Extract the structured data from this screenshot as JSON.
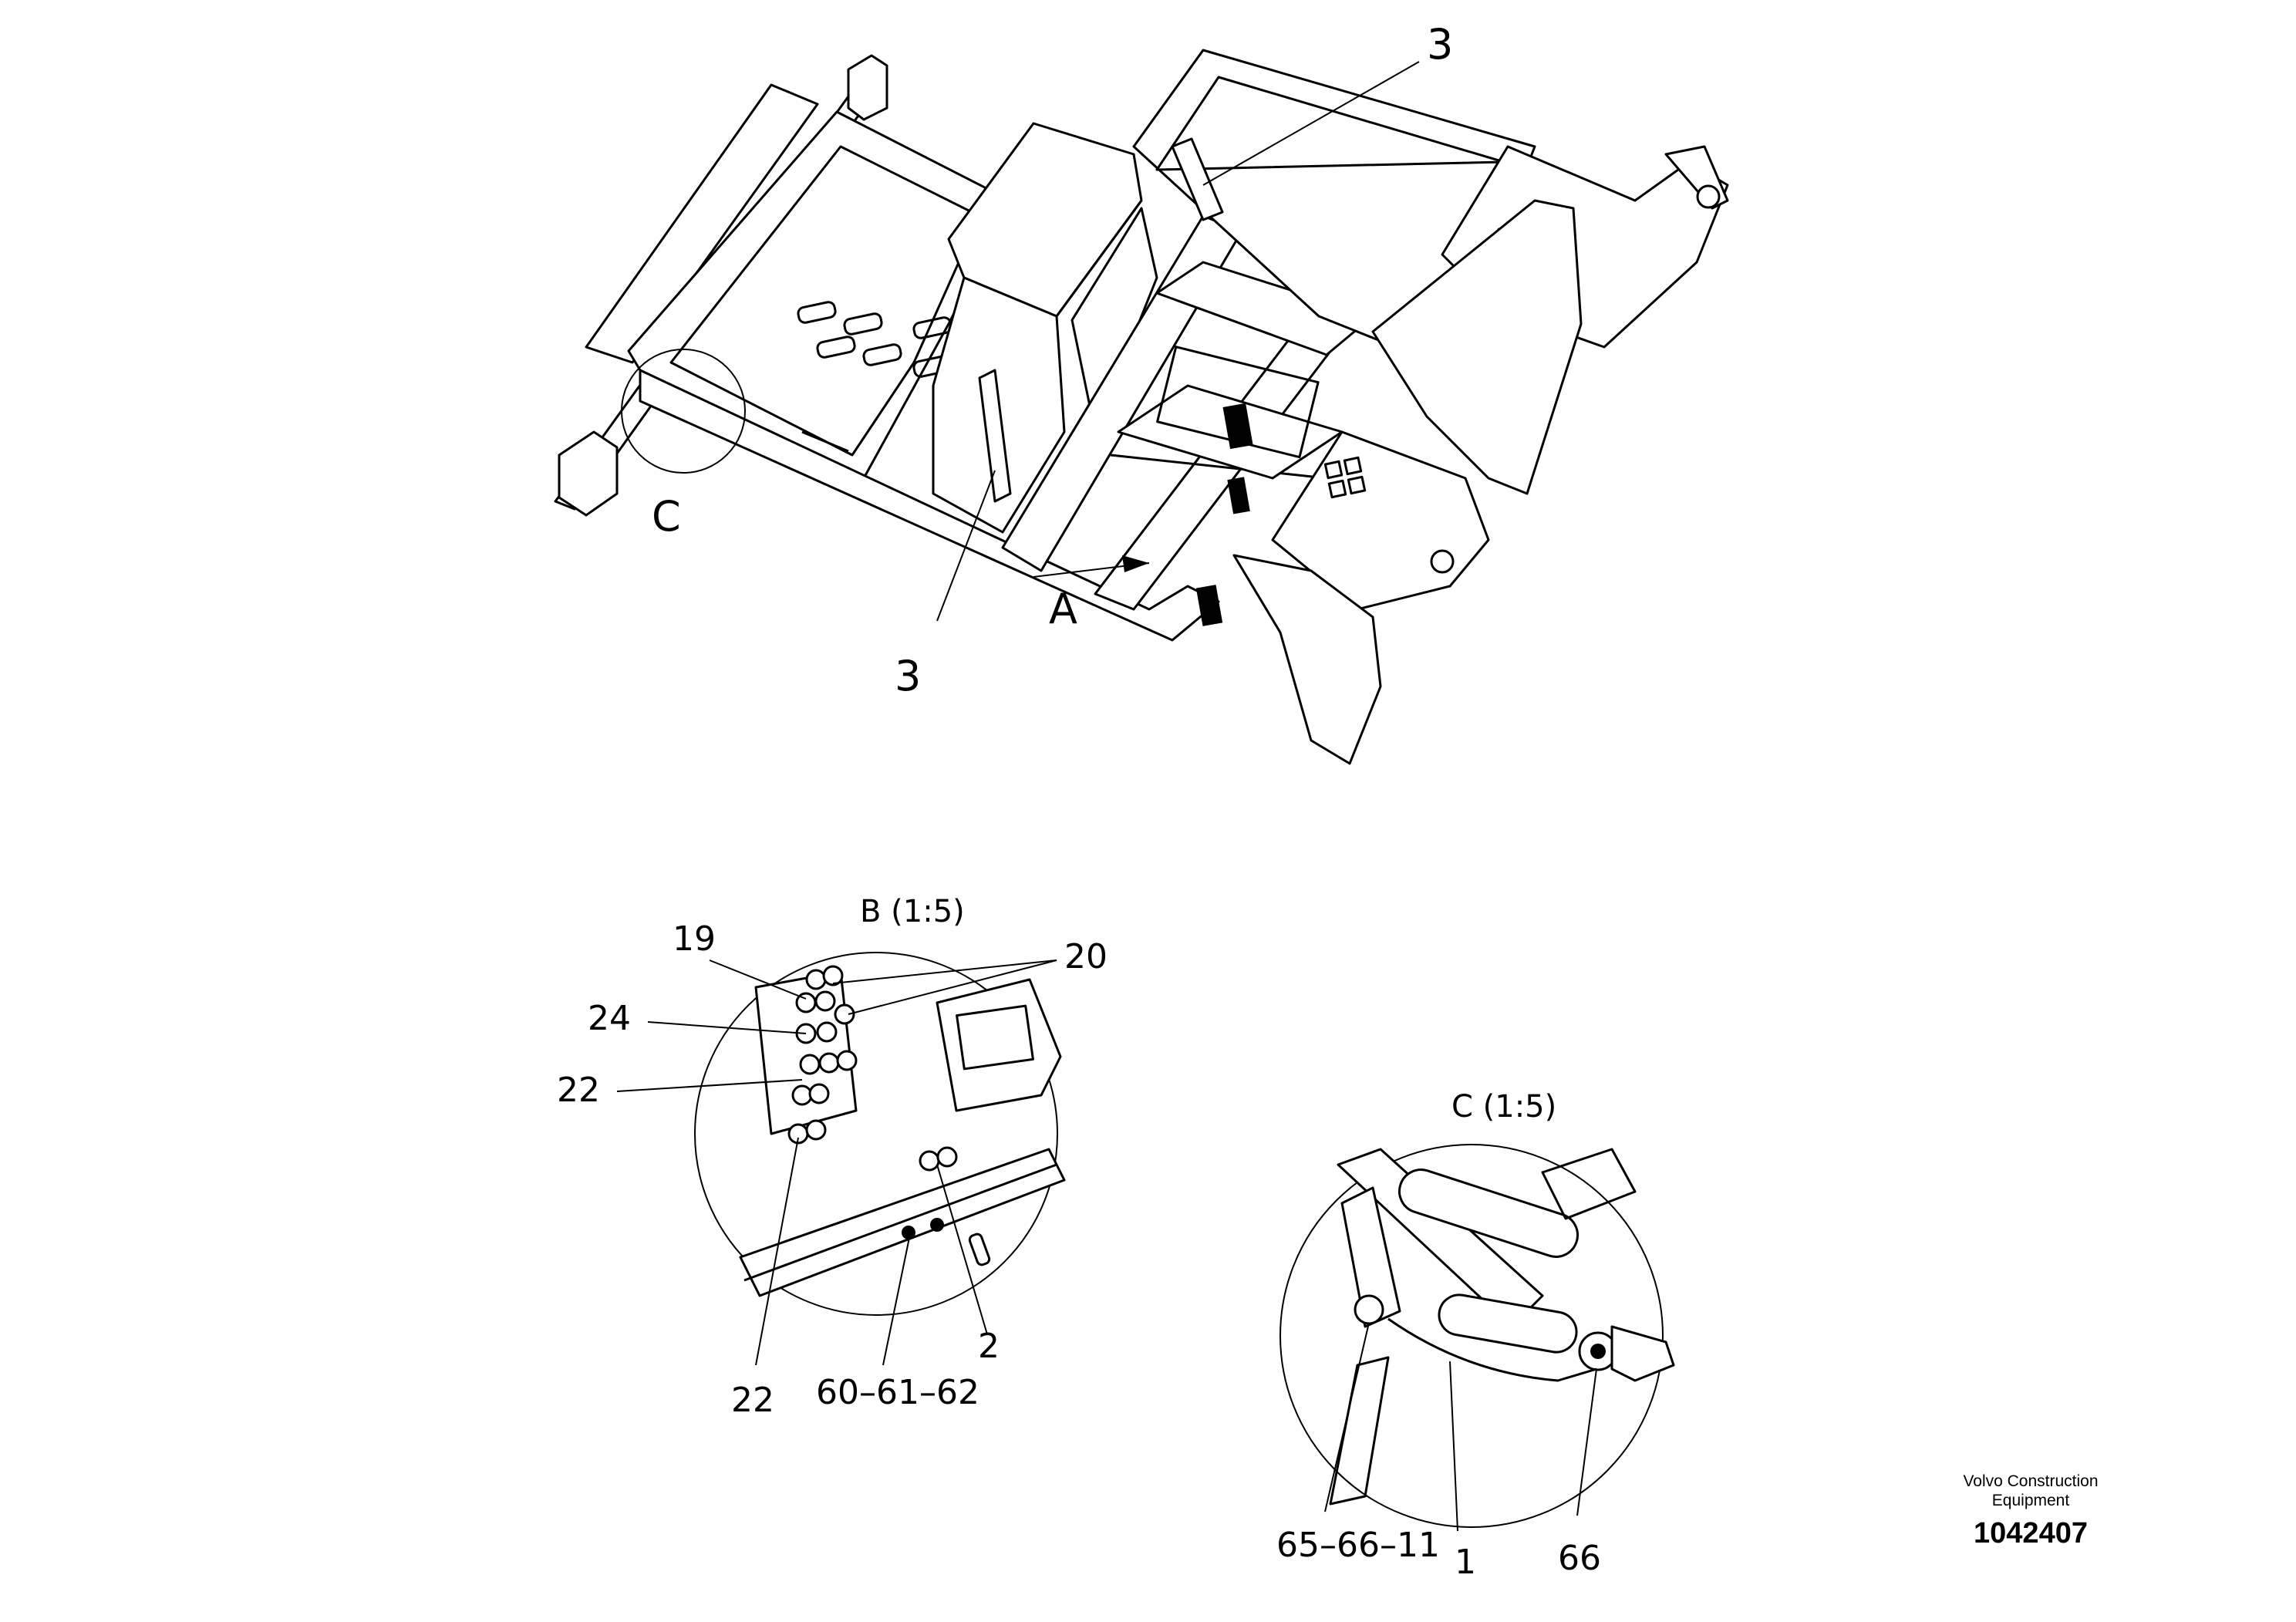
{
  "main_view": {
    "callouts": {
      "top_three": "3",
      "lower_three": "3",
      "circle_c": "C",
      "arrow_a": "A"
    }
  },
  "detail_b": {
    "title": "B (1:5)",
    "callouts": {
      "c19": "19",
      "c20": "20",
      "c24": "24",
      "c22_upper": "22",
      "c22_lower": "22",
      "c60_61_62": "60–61–62",
      "c2": "2"
    }
  },
  "detail_c": {
    "title": "C (1:5)",
    "callouts": {
      "c65_66_11": "65–66–11",
      "c1": "1",
      "c66": "66"
    }
  },
  "stamp": {
    "company_line1": "Volvo Construction",
    "company_line2": "Equipment",
    "number": "1042407"
  }
}
